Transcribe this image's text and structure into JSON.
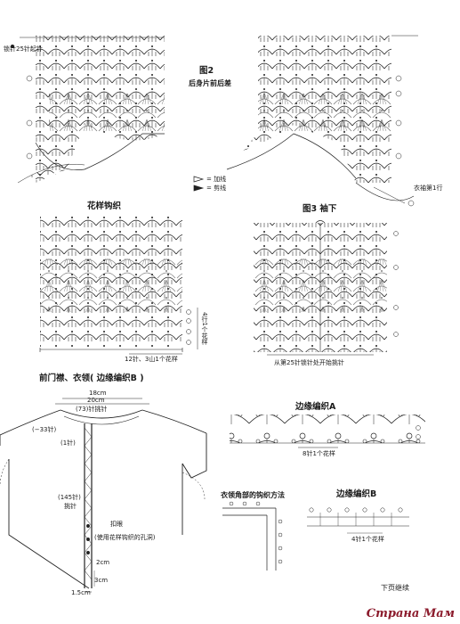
{
  "labels": {
    "fig2_title": "图2",
    "fig2_subtitle": "后身片前后差",
    "start_chain": "锁针25针起针",
    "legend_add": "= 加线",
    "legend_cut": "= 剪线",
    "sleeve_start": "衣袖第1行",
    "pattern_title": "花样钩织",
    "pattern_repeat": "12针、3山1个花样",
    "pattern_rows": "4行1个花样",
    "fig3_title": "图3 袖下",
    "fig3_note": "从第25针锁针处开始挑针",
    "front_title": "前门襟、衣领( 边缘编织B )",
    "dim_18": "18cm",
    "dim_20": "20cm",
    "pick_73": "(73)针挑针",
    "minus_33": "(−33针)",
    "one_stitch": "(1针)",
    "pick_145": "(145针)",
    "pick_145b": "挑针",
    "button": "扣眼",
    "button_note": "(使用花样钩织的孔洞)",
    "dim_2": "2cm",
    "dim_15": "1.5cm",
    "dim_3": "3cm",
    "border_a": "边缘编织A",
    "border_a_repeat": "8针1个花样",
    "corner_title": "衣领角部的钩织方法",
    "border_b": "边缘编织B",
    "border_b_repeat": "4针1个花样",
    "continue": "下页继续",
    "watermark": "Страна Мам"
  }
}
